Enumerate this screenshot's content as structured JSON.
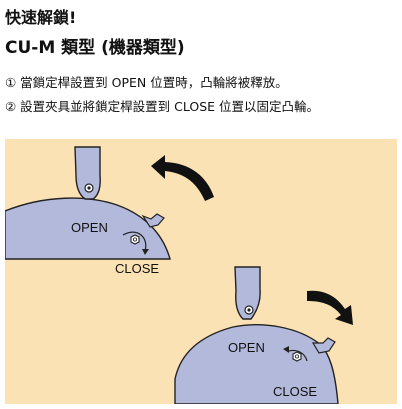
{
  "heading": {
    "line1": "快速解鎖!",
    "line2": "CU-M 類型 (機器類型)"
  },
  "steps": [
    "① 當鎖定桿設置到 OPEN 位置時，凸輪將被釋放。",
    "② 設置夾具並將鎖定桿設置到 CLOSE 位置以固定凸輪。"
  ],
  "illustration": {
    "top": {
      "open_label": "OPEN",
      "close_label": "CLOSE"
    },
    "bottom": {
      "open_label": "OPEN",
      "close_label": "CLOSE"
    }
  },
  "colors": {
    "panel_background": "#fbe2b4",
    "cam_body": "#b3b9db",
    "arrow": "#111111"
  }
}
